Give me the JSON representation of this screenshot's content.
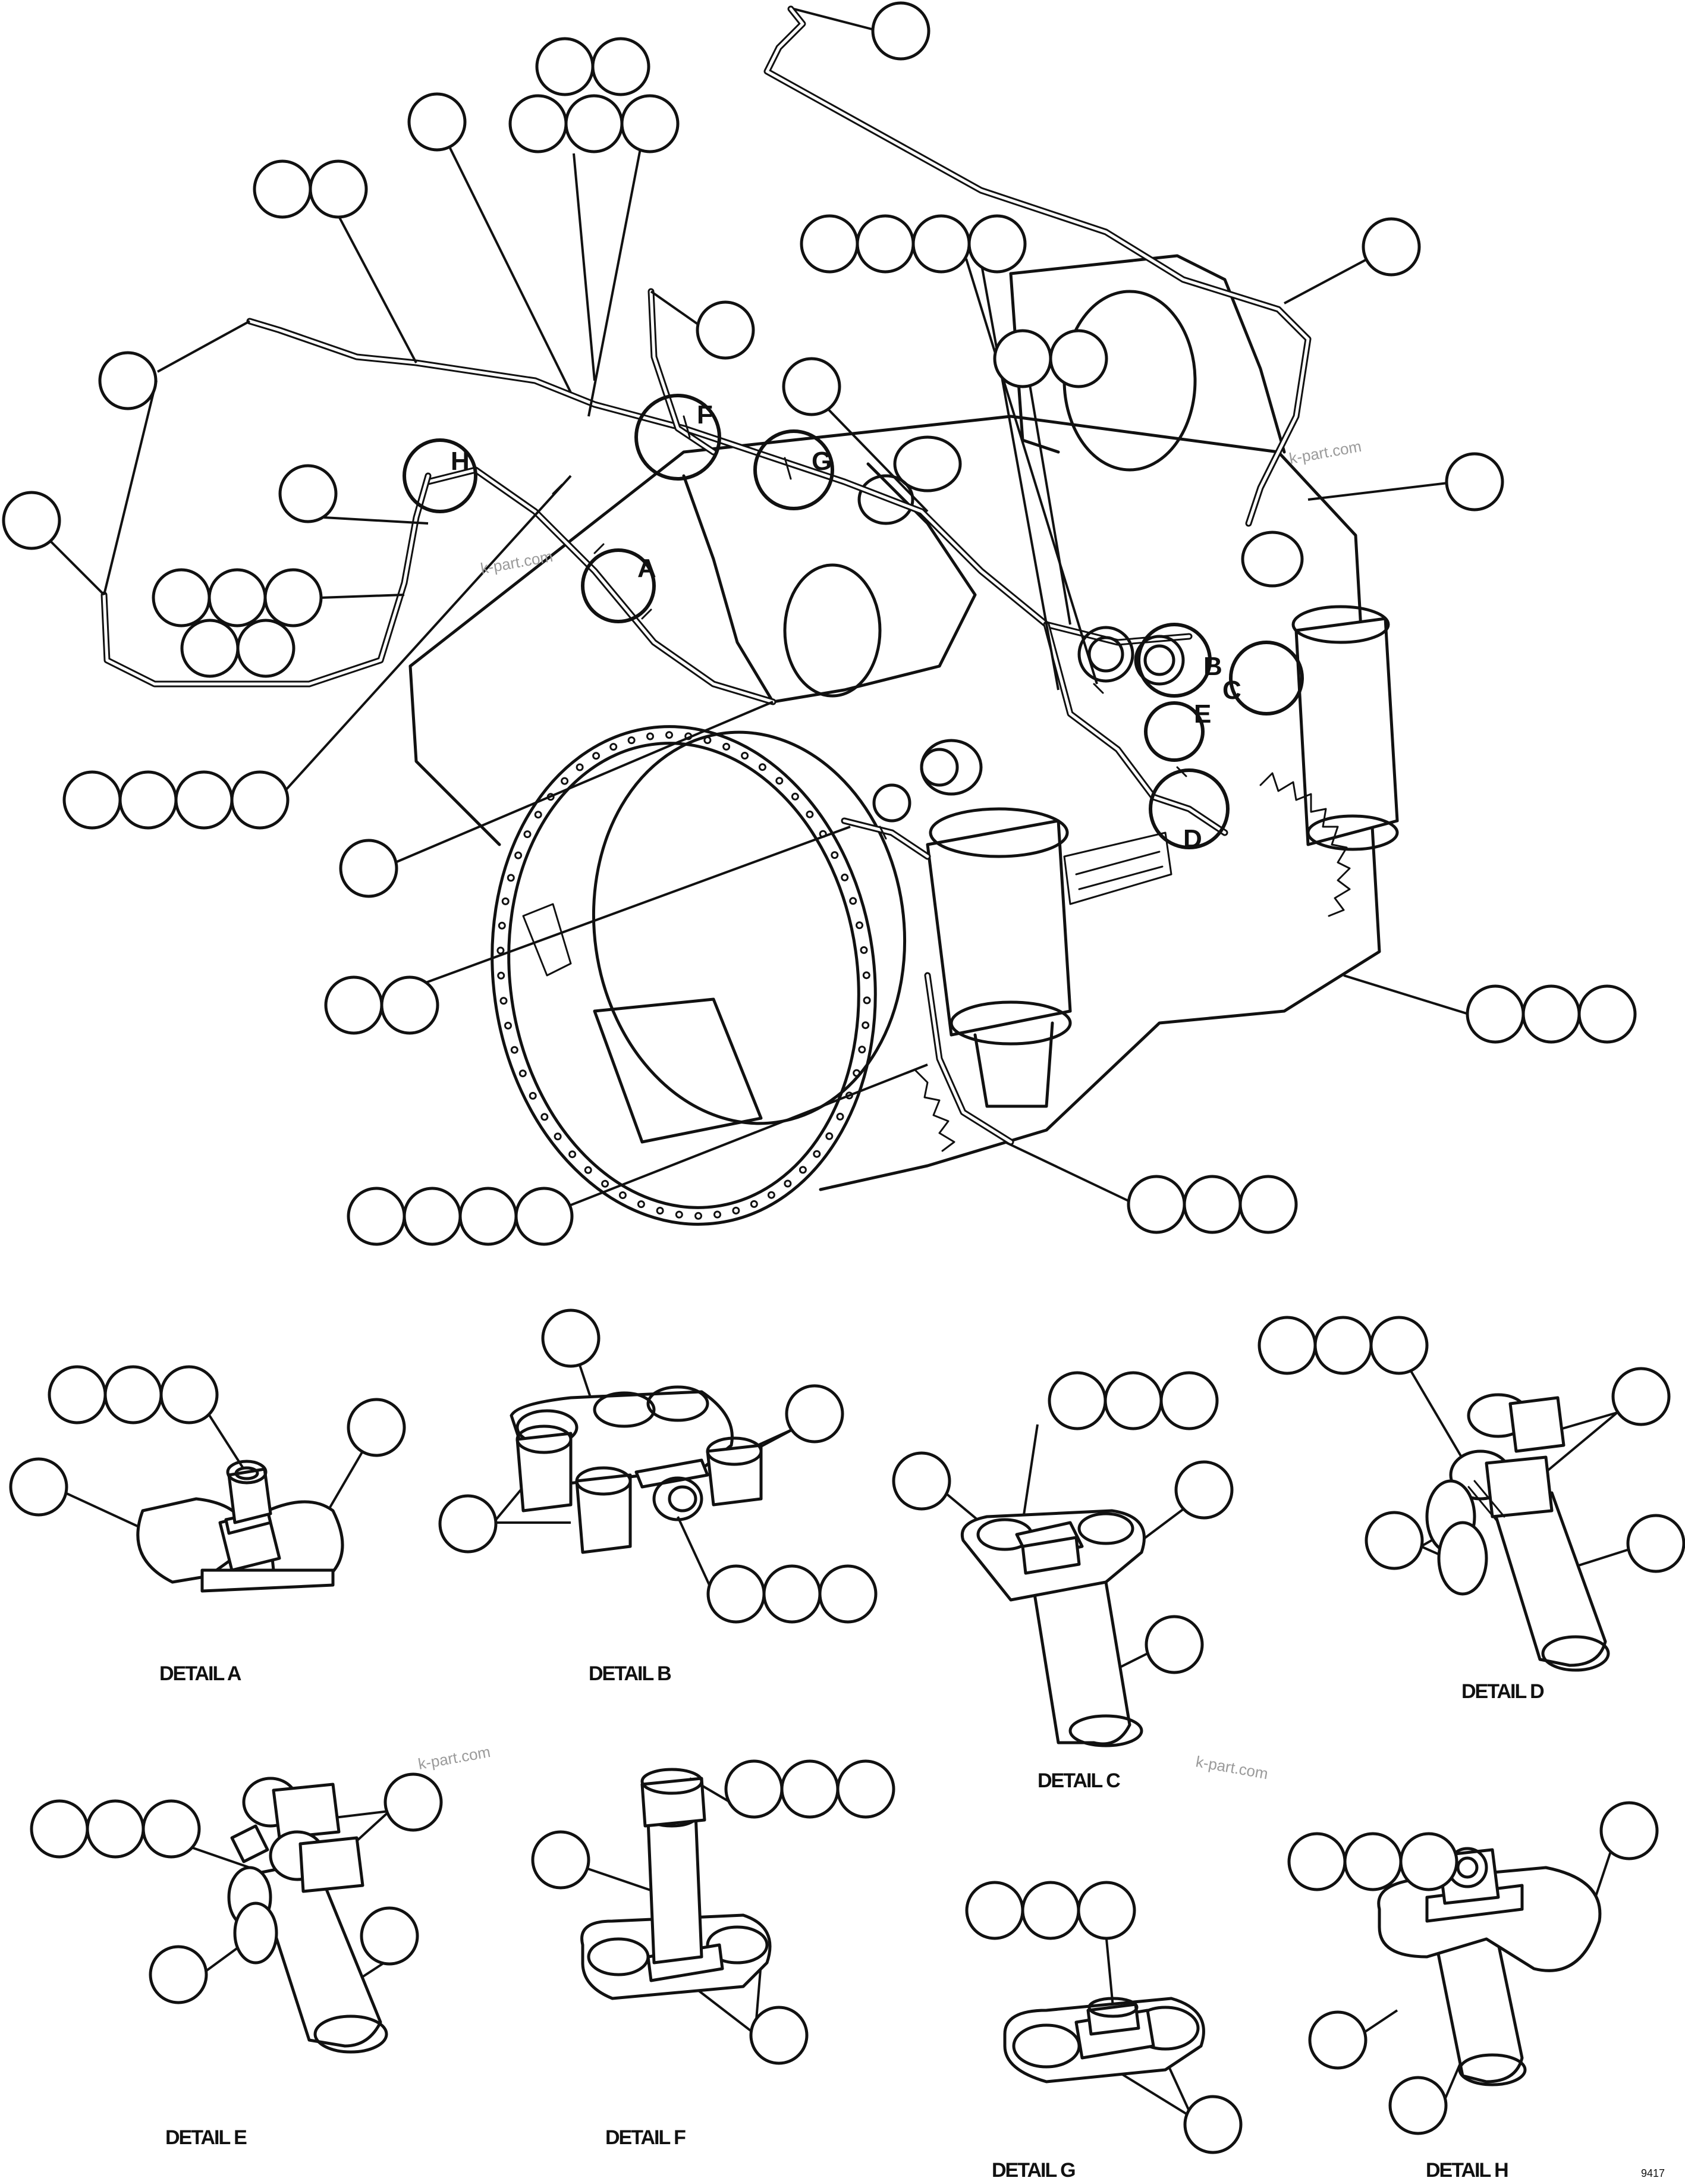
{
  "watermark": "k-part.com",
  "ref_number": "9417",
  "details": {
    "a": "DETAIL A",
    "b": "DETAIL B",
    "c": "DETAIL C",
    "d": "DETAIL D",
    "e": "DETAIL E",
    "f": "DETAIL F",
    "g": "DETAIL G",
    "h": "DETAIL H"
  },
  "view_letters": {
    "a": "A",
    "b": "B",
    "c": "C",
    "d": "D",
    "e": "E",
    "f": "F",
    "g": "G",
    "h": "H"
  }
}
